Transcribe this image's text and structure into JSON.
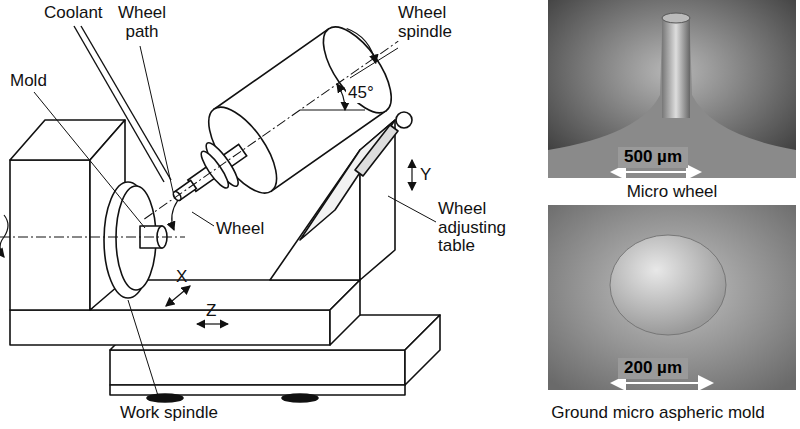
{
  "diagram": {
    "labels": [
      "Coolant",
      "Wheel path",
      "Wheel spindle",
      "45°",
      "Mold",
      "Y",
      "Wheel adjusting table",
      "Wheel",
      "X",
      "Z",
      "Work spindle",
      "500 µm",
      "Micro wheel",
      "200 µm",
      "Ground micro aspheric mold"
    ]
  }
}
